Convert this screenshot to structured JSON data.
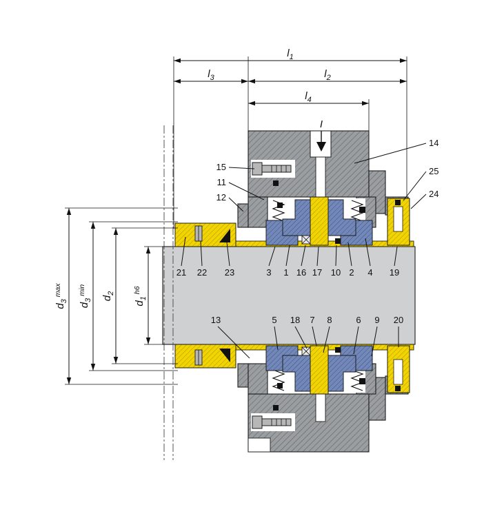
{
  "drawing": {
    "section_marker": "I",
    "dimensions": {
      "l1": {
        "base": "l",
        "sub": "1"
      },
      "l2": {
        "base": "l",
        "sub": "2"
      },
      "l3": {
        "base": "l",
        "sub": "3"
      },
      "l4": {
        "base": "l",
        "sub": "4"
      },
      "d1": {
        "base": "d",
        "sub": "1",
        "tol": "h6"
      },
      "d2": {
        "base": "d",
        "sub": "2",
        "tol": ""
      },
      "d3min": {
        "base": "d",
        "sub": "3",
        "tol": "min"
      },
      "d3max": {
        "base": "d",
        "sub": "3",
        "tol": "max"
      }
    },
    "callouts": {
      "upper": [
        "21",
        "22",
        "23",
        "3",
        "1",
        "16",
        "17",
        "10",
        "2",
        "4",
        "19"
      ],
      "lower": [
        "13",
        "5",
        "18",
        "7",
        "8",
        "6",
        "9",
        "20"
      ],
      "left": [
        "15",
        "11",
        "12"
      ],
      "right": [
        "14",
        "25",
        "24"
      ]
    },
    "colors": {
      "housing_gray": "#9b9ea0",
      "sleeve_yellow": "#f2d402",
      "seal_blue": "#7388b8",
      "shaft_gray": "#cfd0d1"
    }
  }
}
